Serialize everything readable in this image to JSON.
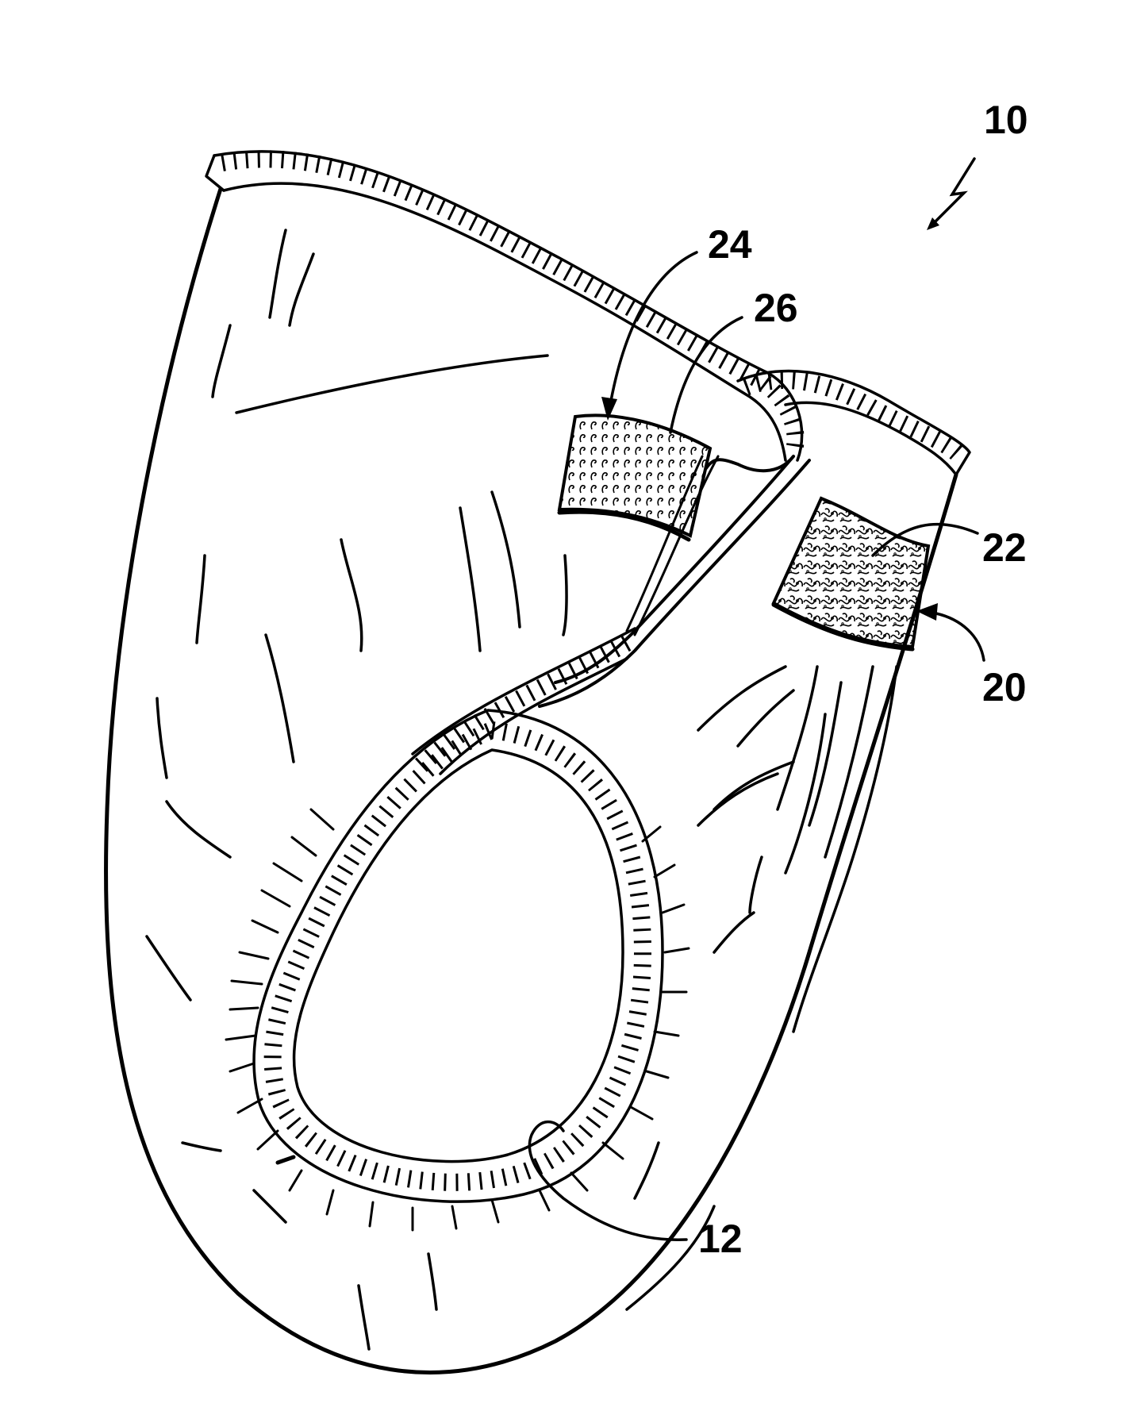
{
  "figure": {
    "labels": {
      "ref_10": "10",
      "ref_24": "24",
      "ref_26": "26",
      "ref_22": "22",
      "ref_20": "20",
      "ref_12": "12"
    }
  }
}
